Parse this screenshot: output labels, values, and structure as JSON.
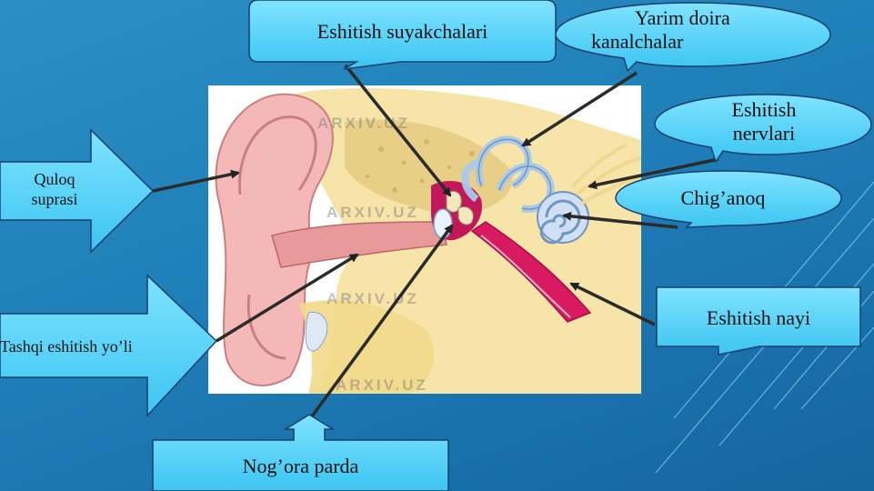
{
  "labels": {
    "ossicles": "Eshitish suyakchalari",
    "semicircular_line1": "Yarim doira",
    "semicircular_line2": "kanalchalar",
    "nerve_line1": "Eshitish",
    "nerve_line2": "nervlari",
    "cochlea": "Chig’anoq",
    "auricle_line1": "Quloq",
    "auricle_line2": "suprasi",
    "ear_canal": "Tashqi eshitish yo’li",
    "eustachian": "Eshitish nayi",
    "eardrum": "Nog’ora parda"
  },
  "watermark": "ARXIV.UZ",
  "colors": {
    "background": "#1f7fb8",
    "callout_fill": "#5fd3f7",
    "callout_stroke": "#1c3f6e",
    "arrow_line": "#2b2b2b"
  }
}
